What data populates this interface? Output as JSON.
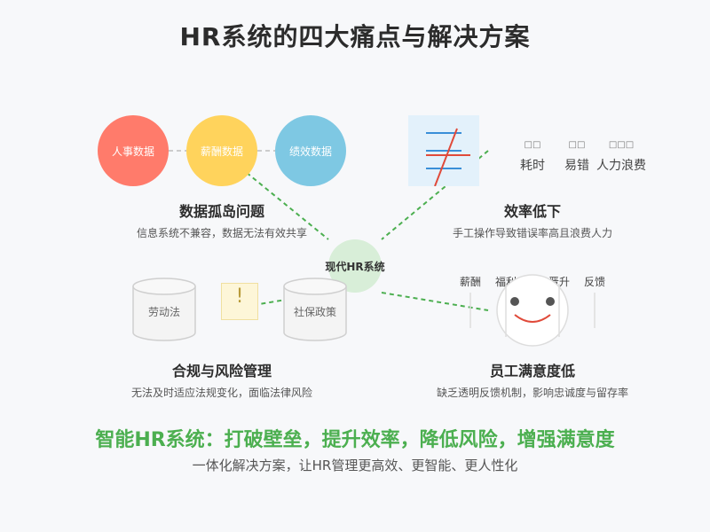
{
  "title": "HR系统的四大痛点与解决方案",
  "center": {
    "label": "现代HR系统"
  },
  "data_silo": {
    "circles": [
      {
        "label": "人事数据",
        "color": "#ff7b6b"
      },
      {
        "label": "薪酬数据",
        "color": "#ffd35c"
      },
      {
        "label": "绩效数据",
        "color": "#7ec8e3"
      }
    ],
    "caption": "数据孤岛问题",
    "desc": "信息系统不兼容，数据无法有效共享"
  },
  "efficiency": {
    "tiny_labels": [
      "□□",
      "□□",
      "□□□"
    ],
    "metrics": [
      "耗时",
      "易错",
      "人力浪费"
    ],
    "caption": "效率低下",
    "desc": "手工操作导致错误率高且浪费人力"
  },
  "compliance": {
    "items": [
      "劳动法",
      "社保政策"
    ],
    "warning": "!",
    "caption": "合规与风险管理",
    "desc": "无法及时适应法规变化，面临法律风险"
  },
  "satisfaction": {
    "labels": [
      "薪酬",
      "福利",
      "晋升",
      "反馈"
    ],
    "caption": "员工满意度低",
    "desc": "缺乏透明反馈机制，影响忠诚度与留存率"
  },
  "headline": "智能HR系统：打破壁垒，提升效率，降低风险，增强满意度",
  "subline": "一体化解决方案，让HR管理更高效、更智能、更人性化",
  "colors": {
    "dashed_line": "#4caf50",
    "connector": "#cccccc",
    "chart_bg": "#e3f1fb",
    "blue_line": "#3a8fd8",
    "red_line": "#e04a3a",
    "warning_bg": "#fdf6d8",
    "warning_fg": "#b89b3a"
  }
}
